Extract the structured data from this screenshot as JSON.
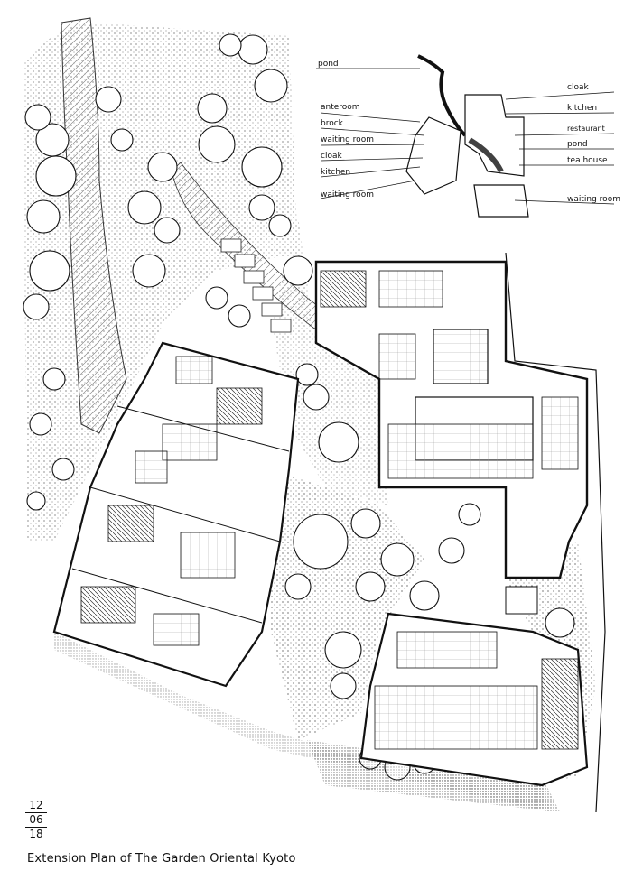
{
  "date": {
    "day": "12",
    "month": "06",
    "year": "18"
  },
  "caption": "Extension Plan of The Garden Oriental Kyoto",
  "key_plan": {
    "left_labels": [
      "pond",
      "anteroom",
      "brock",
      "waiting room",
      "cloak",
      "kitchen",
      "waiting room"
    ],
    "right_labels": [
      "cloak",
      "kitchen",
      "restaurant",
      "pond",
      "tea house",
      "waiting room"
    ]
  }
}
